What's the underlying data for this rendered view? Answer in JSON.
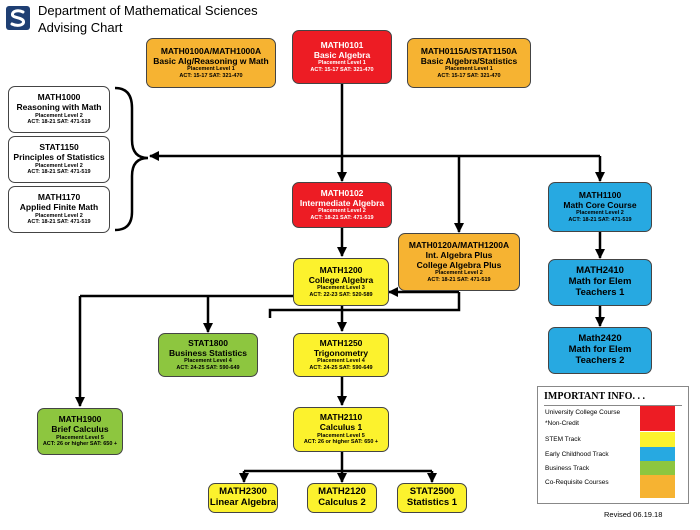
{
  "header": {
    "line1": "Department of Mathematical Sciences",
    "line2": "Advising Chart"
  },
  "colors": {
    "red": "#ed1c24",
    "orange": "#f6b332",
    "yellow": "#fcf22d",
    "green": "#8dc63f",
    "blue": "#27a9e1"
  },
  "courses": {
    "math0100a": {
      "code": "MATH0100A/MATH1000A",
      "name": "Basic Alg/Reasoning w Math",
      "level": "Placement Level 1",
      "scores": "ACT:  15-17  SAT:  321-470"
    },
    "math0101": {
      "code": "MATH0101",
      "name": "Basic Algebra",
      "level": "Placement Level 1",
      "scores": "ACT:  15-17  SAT:  321-470"
    },
    "math0115a": {
      "code": "MATH0115A/STAT1150A",
      "name": "Basic Algebra/Statistics",
      "level": "Placement Level 1",
      "scores": "ACT:  15-17  SAT:  321-470"
    },
    "math1000": {
      "code": "MATH1000",
      "name": "Reasoning with Math",
      "level": "Placement Level 2",
      "scores": "ACT:  18-21  SAT:  471-519"
    },
    "stat1150": {
      "code": "STAT1150",
      "name": "Principles of Statistics",
      "level": "Placement Level 2",
      "scores": "ACT:  18-21  SAT:  471-519"
    },
    "math1170": {
      "code": "MATH1170",
      "name": "Applied Finite Math",
      "level": "Placement Level 2",
      "scores": "ACT:  18-21  SAT:  471-519"
    },
    "math0102": {
      "code": "MATH0102",
      "name": "Intermediate Algebra",
      "level": "Placement Level 2",
      "scores": "ACT:  18-21  SAT:  471-519"
    },
    "math0120a": {
      "code": "MATH0120A/MATH1200A",
      "name": "Int. Algebra Plus",
      "name2": "College Algebra Plus",
      "level": "Placement Level 2",
      "scores": "ACT:  18-21  SAT:  471-519"
    },
    "math1100": {
      "code": "MATH1100",
      "name": "Math Core Course",
      "level": "Placement Level 2",
      "scores": "ACT:  18-21  SAT:  471-519"
    },
    "math1200": {
      "code": "MATH1200",
      "name": "College Algebra",
      "level": "Placement Level 3",
      "scores": "ACT:  22-23  SAT:  520-589"
    },
    "math2410": {
      "code": "MATH2410",
      "name": "Math for Elem",
      "name2": "Teachers 1"
    },
    "math2420": {
      "code": "Math2420",
      "name": "Math for Elem",
      "name2": "Teachers 2"
    },
    "stat1800": {
      "code": "STAT1800",
      "name": "Business Statistics",
      "level": "Placement Level 4",
      "scores": "ACT:  24-25  SAT:  590-649"
    },
    "math1250": {
      "code": "MATH1250",
      "name": "Trigonometry",
      "level": "Placement Level 4",
      "scores": "ACT:  24-25  SAT:  590-649"
    },
    "math1900": {
      "code": "MATH1900",
      "name": "Brief Calculus",
      "level": "Placement Level 5",
      "scores": "ACT:  26 or higher SAT:  650 +"
    },
    "math2110": {
      "code": "MATH2110",
      "name": "Calculus 1",
      "level": "Placement Level 5",
      "scores": "ACT:  26 or higher SAT:  650 +"
    },
    "math2300": {
      "code": "MATH2300",
      "name": "Linear Algebra"
    },
    "math2120": {
      "code": "MATH2120",
      "name": "Calculus 2"
    },
    "stat2500": {
      "code": "STAT2500",
      "name": "Statistics 1"
    }
  },
  "legend": {
    "title": "IMPORTANT INFO. . .",
    "items": [
      {
        "label": "University College Course",
        "color": "#ed1c24"
      },
      {
        "label": "*Non-Credit",
        "color": "#ed1c24"
      },
      {
        "label": "STEM Track",
        "color": "#fcf22d"
      },
      {
        "label": "Early Childhood Track",
        "color": "#27a9e1"
      },
      {
        "label": "Business Track",
        "color": "#8dc63f"
      },
      {
        "label": "Co-Requisite Courses",
        "color": "#f6b332"
      }
    ]
  },
  "footer": {
    "revised": "Revised 06.19.18"
  }
}
